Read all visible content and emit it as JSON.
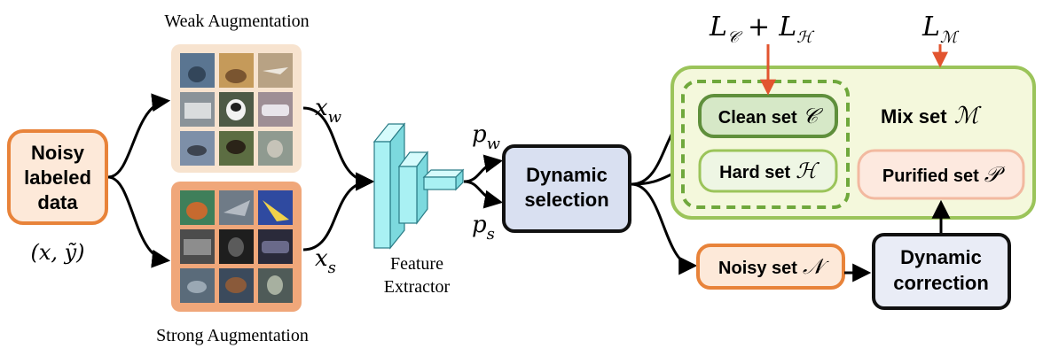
{
  "colors": {
    "orange_stroke": "#e8833a",
    "orange_fill": "#fde9d9",
    "weak_frame": "#f7e3cf",
    "strong_frame": "#f0a77a",
    "green_stroke": "#9bc45a",
    "green_fill": "#f4f8dc",
    "dark_green_stroke": "#5f8f3c",
    "clean_fill": "#d6e8c7",
    "hard_fill": "#eef6e4",
    "purified_stroke": "#f2b9a0",
    "purified_fill": "#fde9df",
    "dyn_fill": "#d9e0f1",
    "cyan_fill": "#a9f1f3",
    "red_arrow": "#e2542f"
  },
  "input": {
    "line1": "Noisy",
    "line2": "labeled",
    "line3": "data",
    "pair": "(x, ỹ)"
  },
  "augment": {
    "weak_title": "Weak Augmentation",
    "strong_title": "Strong Augmentation",
    "xw": "x",
    "xw_sub": "w",
    "xs": "x",
    "xs_sub": "s"
  },
  "extractor": {
    "line1": "Feature",
    "line2": "Extractor"
  },
  "probs": {
    "pw": "p",
    "pw_sub": "w",
    "ps": "p",
    "ps_sub": "s"
  },
  "selection": {
    "line1": "Dynamic",
    "line2": "selection"
  },
  "sets": {
    "clean_label": "Clean set",
    "clean_sym": "𝒞",
    "hard_label": "Hard set",
    "hard_sym": "ℋ",
    "mix_label": "Mix set",
    "mix_sym": "ℳ",
    "purified_label": "Purified set",
    "purified_sym": "𝒫",
    "noisy_label": "Noisy set",
    "noisy_sym": "𝒩"
  },
  "correction": {
    "line1": "Dynamic",
    "line2": "correction"
  },
  "losses": {
    "lc": "L",
    "lc_sub": "𝒞",
    "plus": "+",
    "lh": "L",
    "lh_sub": "ℋ",
    "lm": "L",
    "lm_sub": "ℳ"
  }
}
